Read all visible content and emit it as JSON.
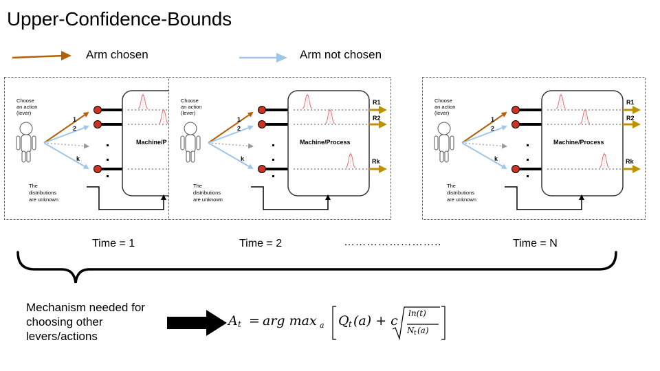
{
  "title": "Upper-Confidence-Bounds",
  "legend": {
    "chosen_label": "Arm chosen",
    "not_chosen_label": "Arm not chosen",
    "chosen_color": "#b45f06",
    "not_chosen_color": "#9fc5e8"
  },
  "panel": {
    "choose_line1": "Choose",
    "choose_line2": "an action",
    "choose_line3": "(lever)",
    "arm_1": "1",
    "arm_2": "2",
    "arm_k": "k",
    "machine": "Machine/Process",
    "machine_cut": "Machine/P",
    "reward_1": "R1",
    "reward_2": "R2",
    "reward_k": "Rk",
    "note_line1": "The",
    "note_line2": "distributions",
    "note_line3": "are unknown"
  },
  "timeline": {
    "t1": "Time = 1",
    "t2": "Time = 2",
    "dots": "……………………..",
    "tn": "Time = N"
  },
  "mechanism_text": "Mechanism needed for choosing other levers/actions",
  "formula": {
    "lhs": "A",
    "lhs_sub": "t",
    "eq": "=",
    "argmax": "arg max",
    "argmax_sub": "a",
    "q": "Q",
    "q_sub": "t",
    "q_arg": "(a) + c",
    "num": "ln(t)",
    "den_n": "N",
    "den_sub": "t",
    "den_arg": "(a)"
  },
  "colors": {
    "reward_arrow": "#bf9000",
    "lever_dot": "#cc3322",
    "bell_curve": "#e06666"
  }
}
